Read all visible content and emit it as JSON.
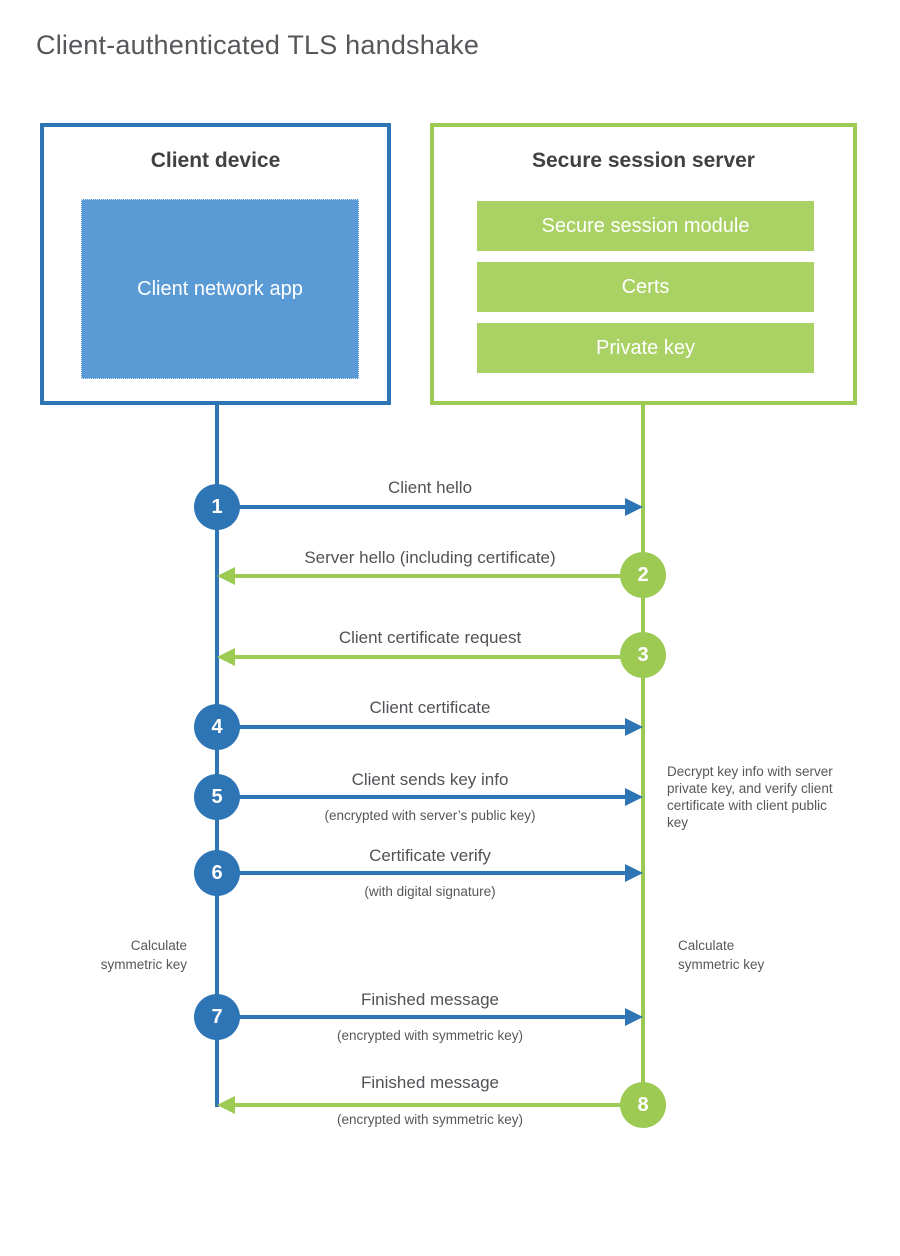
{
  "title": "Client-authenticated TLS handshake",
  "colors": {
    "blue": "#2e75b6",
    "blue_fill": "#5b9bd5",
    "green": "#9cca52",
    "green_fill": "#a9d163"
  },
  "client": {
    "heading": "Client device",
    "app_label": "Client network app"
  },
  "server": {
    "heading": "Secure session server",
    "modules": [
      "Secure session module",
      "Certs",
      "Private key"
    ]
  },
  "messages": [
    {
      "num": "1",
      "from": "client",
      "direction": "right",
      "color": "blue",
      "label": "Client hello",
      "sub": ""
    },
    {
      "num": "2",
      "from": "server",
      "direction": "left",
      "color": "green",
      "label": "Server hello (including certificate)",
      "sub": ""
    },
    {
      "num": "3",
      "from": "server",
      "direction": "left",
      "color": "green",
      "label": "Client certificate request",
      "sub": ""
    },
    {
      "num": "4",
      "from": "client",
      "direction": "right",
      "color": "blue",
      "label": "Client certificate",
      "sub": ""
    },
    {
      "num": "5",
      "from": "client",
      "direction": "right",
      "color": "blue",
      "label": "Client sends key info",
      "sub": "(encrypted with server’s public key)"
    },
    {
      "num": "6",
      "from": "client",
      "direction": "right",
      "color": "blue",
      "label": "Certificate verify",
      "sub": "(with digital signature)"
    },
    {
      "num": "7",
      "from": "client",
      "direction": "right",
      "color": "blue",
      "label": "Finished message",
      "sub": "(encrypted with symmetric key)"
    },
    {
      "num": "8",
      "from": "server",
      "direction": "left",
      "color": "green",
      "label": "Finished message",
      "sub": "(encrypted with symmetric key)"
    }
  ],
  "annotations": {
    "decrypt_note": "Decrypt key info with server private key, and verify client certificate with client public key",
    "calculate_left": "Calculate symmetric key",
    "calculate_right": "Calculate symmetric key"
  }
}
